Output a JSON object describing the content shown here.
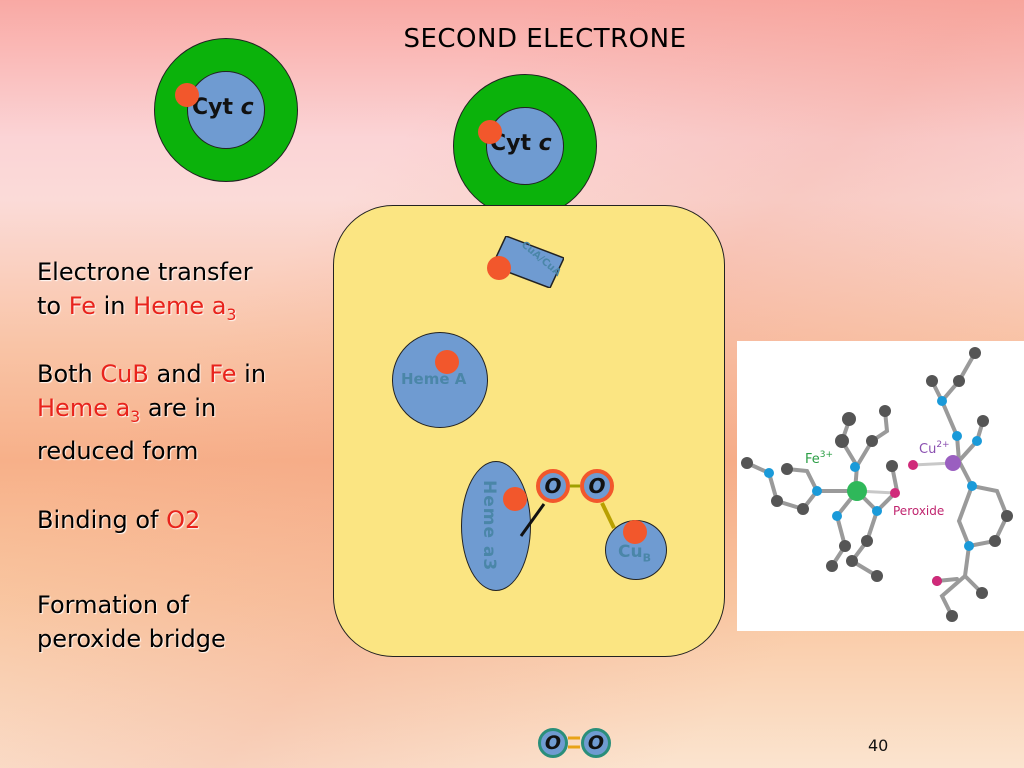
{
  "slide": {
    "title": "SECOND ELECTRONE",
    "page_number": "40"
  },
  "cyt": {
    "label_prefix": "Cyt ",
    "label_italic": "c"
  },
  "bullets": {
    "b1": {
      "t1": "Electrone transfer",
      "t2": "to ",
      "fe": "Fe",
      "t3": " in ",
      "heme": "Heme a",
      "heme_sub": "3"
    },
    "b2": {
      "t1": "Both ",
      "cub": "CuB",
      "t2": " and ",
      "fe": "Fe",
      "t3": " in",
      "heme": "Heme a",
      "heme_sub": "3",
      "t4": " are in",
      "t5": "reduced form"
    },
    "b3": {
      "t1": "Binding of ",
      "o2": "O2"
    },
    "b4": {
      "t1": "Formation of",
      "t2": "peroxide bridge"
    }
  },
  "diagram": {
    "cua_label": "CuA/CuA",
    "heme_a_label": "Heme A",
    "heme_a3_label": "Heme a3",
    "cub_label": "Cu",
    "cub_sub": "B",
    "oxygen_symbol": "O"
  },
  "molecule": {
    "fe_label": "Fe",
    "fe_sup": "3+",
    "cu_label": "Cu",
    "cu_sup": "2+",
    "peroxide_label": "Peroxide"
  },
  "colors": {
    "green": "#0bb20b",
    "blue": "#6f9bd1",
    "electron": "#f2572c",
    "box": "#fbe582",
    "text_red": "#e8231c"
  }
}
